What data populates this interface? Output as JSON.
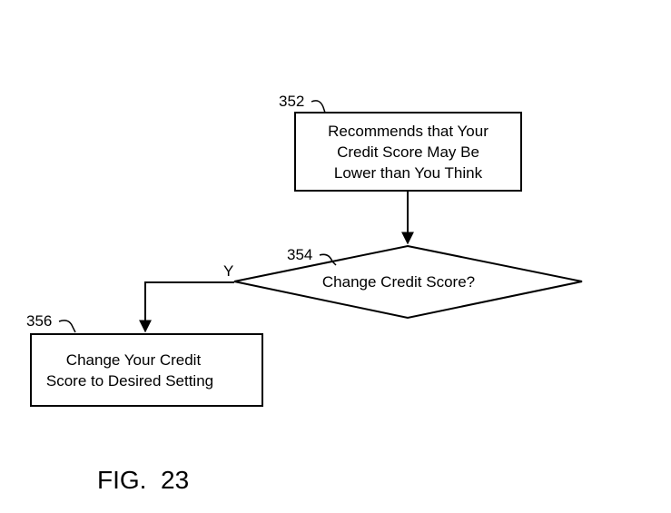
{
  "figure_label": "FIG.  23",
  "nodes": {
    "step_352": {
      "ref": "352",
      "lines": [
        "Recommends that Your",
        "Credit Score May Be",
        "Lower than You Think"
      ]
    },
    "decision_354": {
      "ref": "354",
      "text": "Change Credit Score?",
      "yes_label": "Y"
    },
    "step_356": {
      "ref": "356",
      "lines": [
        "Change Your Credit",
        "Score to Desired Setting"
      ]
    }
  }
}
